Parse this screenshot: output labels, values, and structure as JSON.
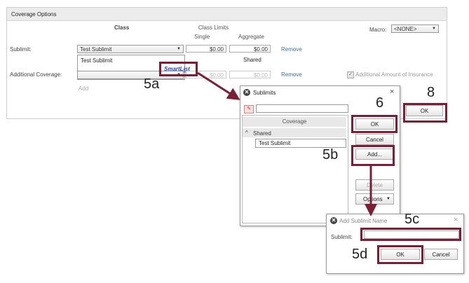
{
  "coverage": {
    "title": "Coverage Options",
    "class_header": "Class",
    "class_limits_header": "Class Limits",
    "single_header": "Single",
    "aggregate_header": "Aggregate",
    "macro_label": "Macro:",
    "macro_value": "<NONE>",
    "sublimit_label": "Sublimit:",
    "sublimit_value": "Test Sublimit",
    "sublimit_single": "$0.00",
    "sublimit_aggregate": "$0.00",
    "remove_label": "Remove",
    "additional_label": "Additional Coverage:",
    "additional_single": "$0.00",
    "additional_aggregate": "$0.00",
    "additional_remove": "Remove",
    "additional_amount_label": "Additional Amount of Insurance",
    "add_label": "Add",
    "dropdown_item_name": "Test Sublimit",
    "dropdown_item_type": "Shared",
    "smartlist_label": "SmartList"
  },
  "sublimits_dialog": {
    "title": "Sublimits",
    "tree_header": "Coverage",
    "group_label": "Shared",
    "item_label": "Test Sublimit",
    "ok_label": "OK",
    "cancel_label": "Cancel",
    "add_label": "Add...",
    "delete_label": "Delete",
    "options_label": "Options",
    "outer_ok_label": "OK"
  },
  "add_dialog": {
    "title": "Add Sublimit Name",
    "sublimit_label": "Sublimit:",
    "ok_label": "OK",
    "cancel_label": "Cancel"
  },
  "callouts": {
    "c5a": "5a",
    "c5b": "5b",
    "c5c": "5c",
    "c5d": "5d",
    "c6": "6",
    "c8": "8"
  },
  "colors": {
    "highlight": "#7a1f35",
    "link": "#3a6fb0",
    "smartlist": "#1f3fbf"
  }
}
